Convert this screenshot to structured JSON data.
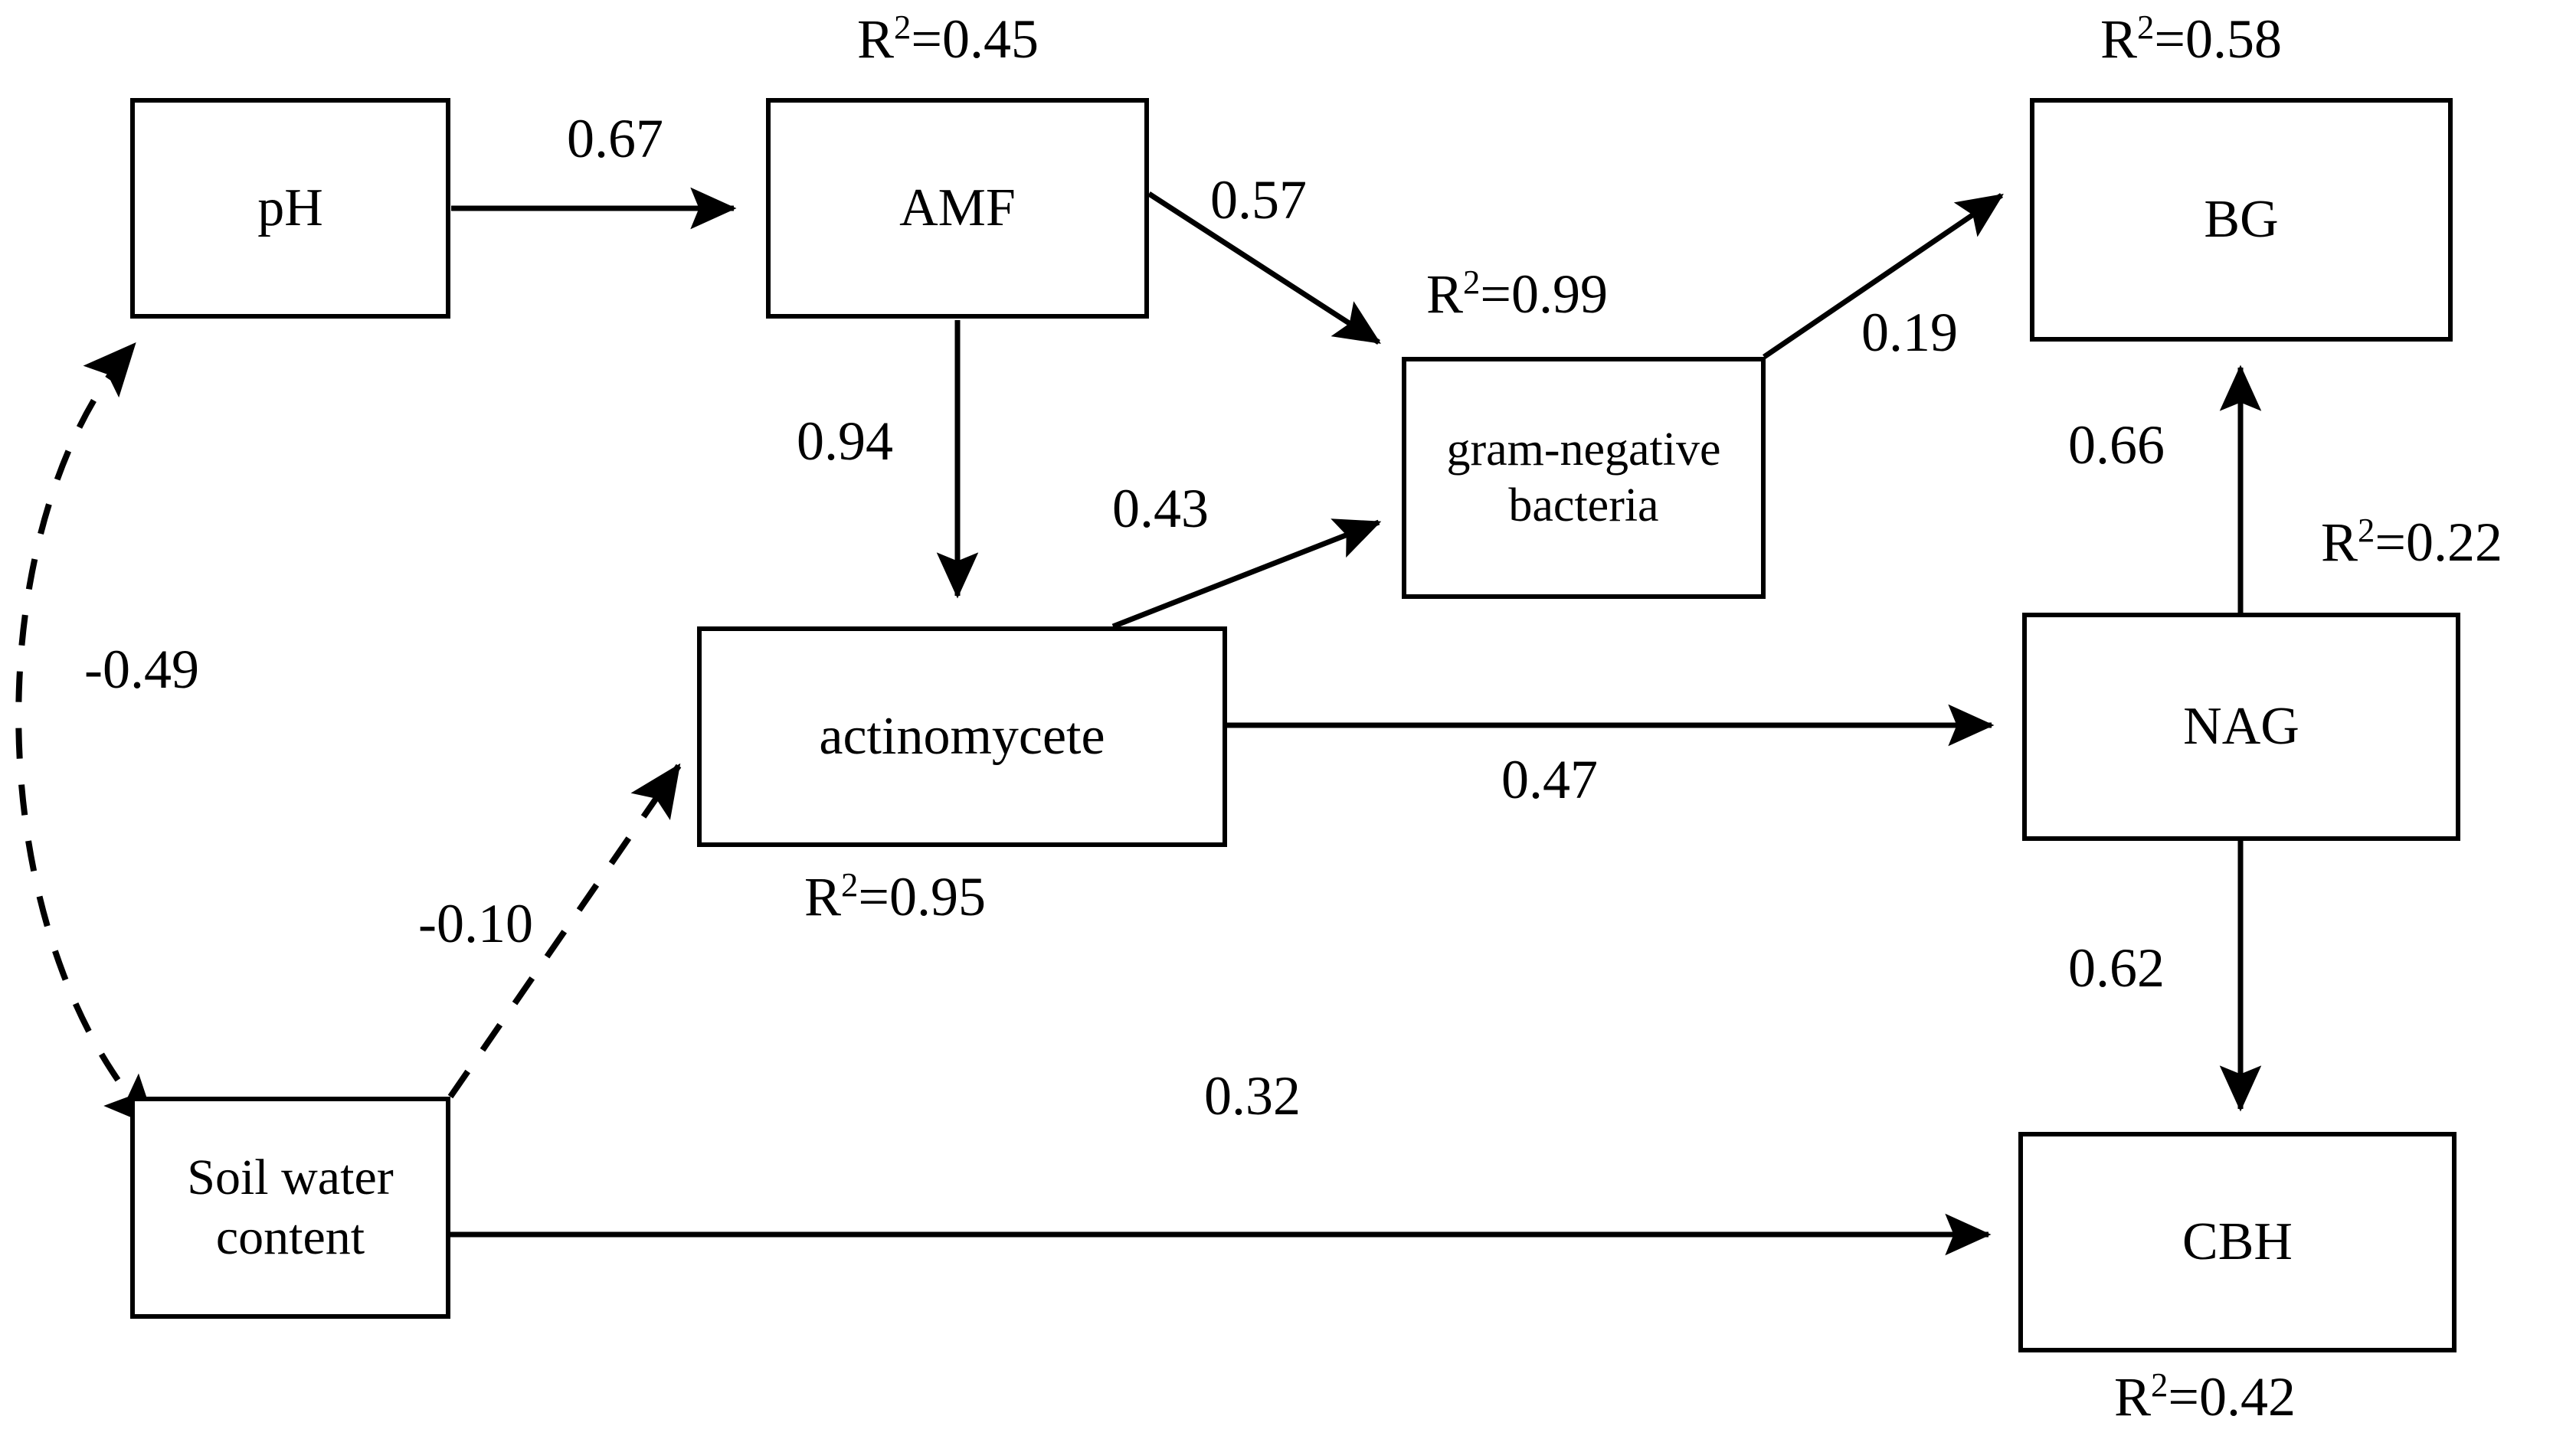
{
  "diagram": {
    "kind": "structural-equation-model-path-diagram",
    "nodes": [
      {
        "id": "ph",
        "label": "pH",
        "r2": null,
        "r2_text": ""
      },
      {
        "id": "amf",
        "label": "AMF",
        "r2": 0.45,
        "r2_text": "=0.45"
      },
      {
        "id": "gram_neg",
        "label": "gram-negative bacteria",
        "r2": 0.99,
        "r2_text": "=0.99"
      },
      {
        "id": "bg",
        "label": "BG",
        "r2": 0.58,
        "r2_text": "=0.58"
      },
      {
        "id": "actinomycete",
        "label": "actinomycete",
        "r2": 0.95,
        "r2_text": "=0.95"
      },
      {
        "id": "nag",
        "label": "NAG",
        "r2": 0.22,
        "r2_text": "=0.22"
      },
      {
        "id": "swc",
        "label": "Soil water content",
        "r2": null,
        "r2_text": ""
      },
      {
        "id": "cbh",
        "label": "CBH",
        "r2": 0.42,
        "r2_text": "=0.42"
      }
    ],
    "r2_prefix": "R",
    "r2_exponent": "2",
    "paths": [
      {
        "id": "ph-amf",
        "from": "ph",
        "to": "amf",
        "coefficient": "0.67",
        "style": "solid",
        "arrows": "single"
      },
      {
        "id": "amf-gram",
        "from": "amf",
        "to": "gram_neg",
        "coefficient": "0.57",
        "style": "solid",
        "arrows": "single"
      },
      {
        "id": "amf-actino",
        "from": "amf",
        "to": "actinomycete",
        "coefficient": "0.94",
        "style": "solid",
        "arrows": "single"
      },
      {
        "id": "actino-gram",
        "from": "actinomycete",
        "to": "gram_neg",
        "coefficient": "0.43",
        "style": "solid",
        "arrows": "single"
      },
      {
        "id": "gram-bg",
        "from": "gram_neg",
        "to": "bg",
        "coefficient": "0.19",
        "style": "solid",
        "arrows": "single"
      },
      {
        "id": "nag-bg",
        "from": "nag",
        "to": "bg",
        "coefficient": "0.66",
        "style": "solid",
        "arrows": "single"
      },
      {
        "id": "actino-nag",
        "from": "actinomycete",
        "to": "nag",
        "coefficient": "0.47",
        "style": "solid",
        "arrows": "single"
      },
      {
        "id": "nag-cbh",
        "from": "nag",
        "to": "cbh",
        "coefficient": "0.62",
        "style": "solid",
        "arrows": "single"
      },
      {
        "id": "swc-cbh",
        "from": "swc",
        "to": "cbh",
        "coefficient": "0.32",
        "style": "solid",
        "arrows": "single"
      },
      {
        "id": "ph-swc",
        "from": "ph",
        "to": "swc",
        "coefficient": "-0.49",
        "style": "dashed",
        "arrows": "double"
      },
      {
        "id": "swc-actino",
        "from": "swc",
        "to": "actinomycete",
        "coefficient": "-0.10",
        "style": "dashed",
        "arrows": "single"
      }
    ],
    "colors": {
      "stroke": "#000000",
      "background": "#ffffff",
      "text": "#000000"
    }
  }
}
